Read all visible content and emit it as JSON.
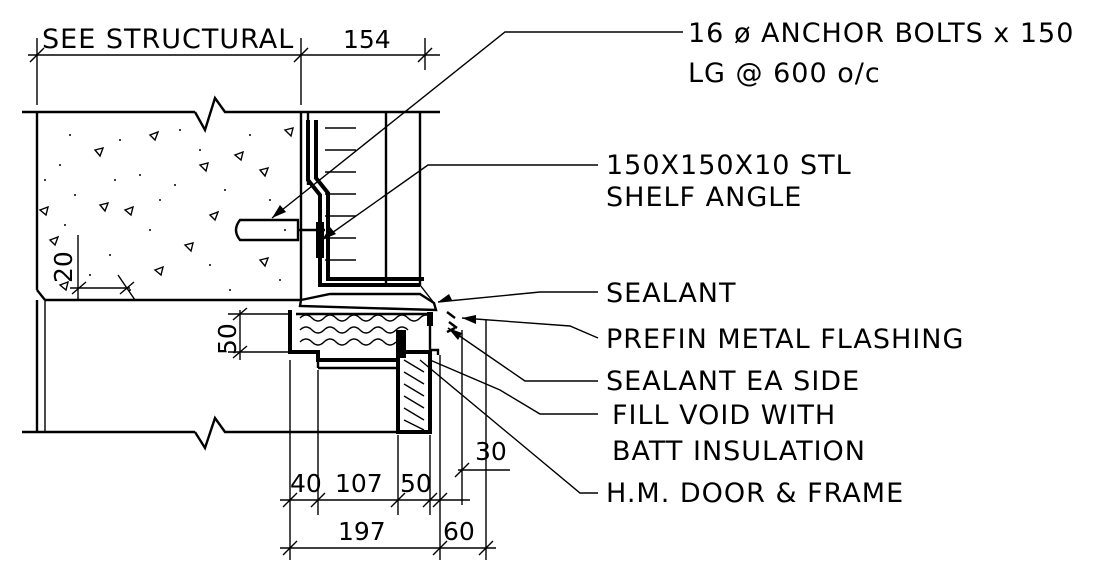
{
  "drawing": {
    "callouts": {
      "anchor_bolts_line1": "16 ø ANCHOR BOLTS x 150",
      "anchor_bolts_line2": "LG @ 600 o/c",
      "shelf_angle_line1": "150X150X10 STL",
      "shelf_angle_line2": "SHELF ANGLE",
      "sealant": "SEALANT",
      "flashing": "PREFIN METAL FLASHING",
      "sealant_each_side": "SEALANT EA SIDE",
      "fill_void_line1": "FILL VOID WITH",
      "fill_void_line2": "BATT INSULATION",
      "door_frame": "H.M. DOOR & FRAME"
    },
    "dimensions": {
      "see_structural": "SEE STRUCTURAL",
      "top_154": "154",
      "vert_20": "20",
      "vert_50": "50",
      "d_40": "40",
      "d_107": "107",
      "d_50": "50",
      "d_30": "30",
      "d_197": "197",
      "d_60": "60"
    }
  }
}
